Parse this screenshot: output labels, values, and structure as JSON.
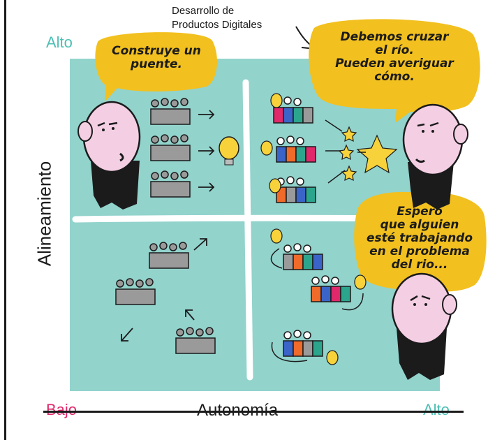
{
  "caption": "Desarrollo de\nProductos Digitales",
  "axes": {
    "y_label": "Alineamiento",
    "x_label": "Autonomía",
    "y_high": "Alto",
    "x_low": "Bajo",
    "x_high": "Alto"
  },
  "bubbles": {
    "top_left": "Construye un\npuente.",
    "top_right": "Debemos cruzar\nel río.\nPueden averiguar\ncómo.",
    "bottom_right": "Espero\nque alguien\nesté trabajando\nen el problema\ndel rio..."
  },
  "colors": {
    "board": "#92d3cc",
    "bubble": "#f2c01f",
    "alto": "#4dbfb4",
    "bajo": "#e0286a",
    "face": "#f4cfe4",
    "people_gray": "#9a9a9a",
    "bulb": "#f7d23a"
  }
}
